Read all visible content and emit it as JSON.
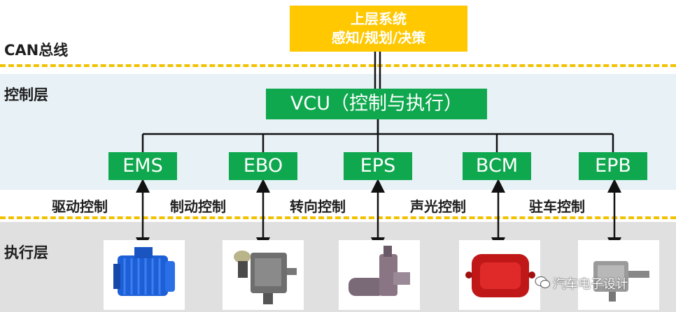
{
  "layers": {
    "can_bus": "CAN总线",
    "control": "控制层",
    "execution": "执行层"
  },
  "top_system": {
    "line1": "上层系统",
    "line2": "感知/规划/决策"
  },
  "vcu": "VCU（控制与执行）",
  "ecus": [
    {
      "label": "EMS",
      "function": "驱动控制"
    },
    {
      "label": "EBO",
      "function": "制动控制"
    },
    {
      "label": "EPS",
      "function": "转向控制"
    },
    {
      "label": "BCM",
      "function": "声光控制"
    },
    {
      "label": "EPB",
      "function": "驻车控制"
    }
  ],
  "watermark": "汽车电子设计",
  "colors": {
    "top_box": "#ffc800",
    "green_box": "#0fa84e",
    "dash": "#f2c200",
    "control_band": "#e7f1f6",
    "exec_band": "#e0e0e0"
  }
}
